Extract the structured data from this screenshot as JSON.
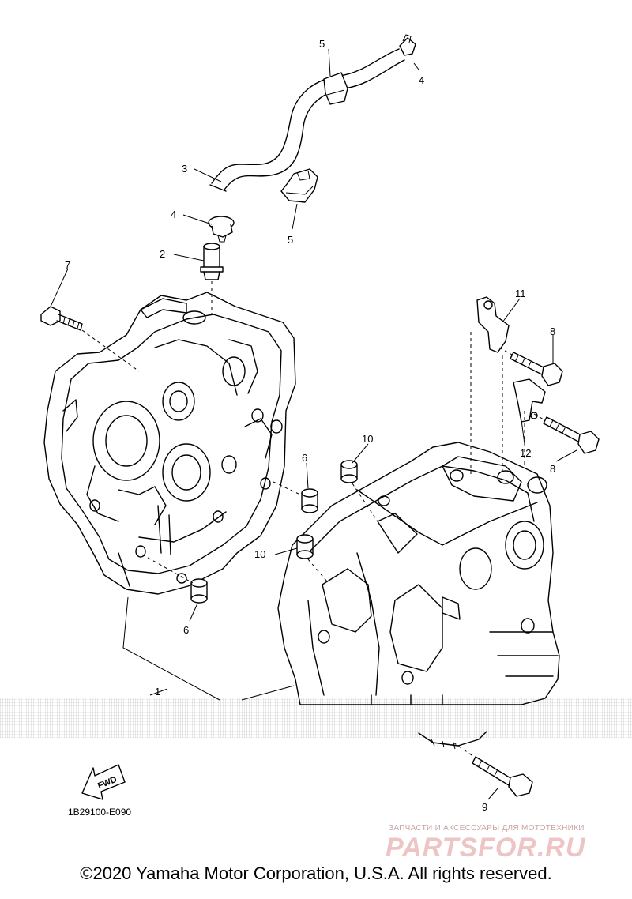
{
  "callouts": {
    "c1": "1",
    "c2": "2",
    "c3": "3",
    "c4a": "4",
    "c4b": "4",
    "c5a": "5",
    "c5b": "5",
    "c6a": "6",
    "c6b": "6",
    "c7": "7",
    "c8a": "8",
    "c8b": "8",
    "c9": "9",
    "c10a": "10",
    "c10b": "10",
    "c11": "11",
    "c12": "12"
  },
  "fwd_label": "FWD",
  "diagram_code": "1B29100-E090",
  "watermark": {
    "tagline": "ЗАПЧАСТИ И АКСЕССУАРЫ ДЛЯ МОТОТЕХНИКИ",
    "logo": "PARTSFOR.RU"
  },
  "copyright": "©2020 Yamaha Motor Corporation, U.S.A. All rights reserved."
}
